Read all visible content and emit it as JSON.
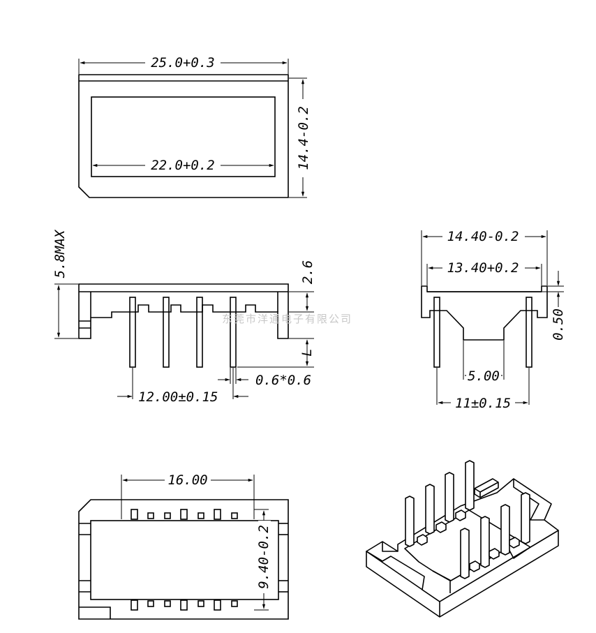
{
  "colors": {
    "line": "#000000",
    "background": "#ffffff",
    "watermark": "#c8c8c8"
  },
  "top_view": {
    "outer_width": "25.0+0.3",
    "outer_height": "14.4-0.2",
    "inner_width": "22.0+0.2"
  },
  "front_view": {
    "max_height": "5.8MAX",
    "top_height": "2.6",
    "pin_length": "L",
    "pin_size": "0.6*0.6",
    "pin_span": "12.00±0.15"
  },
  "side_view": {
    "outer_width": "14.40-0.2",
    "inner_width": "13.40+0.2",
    "step": "0.50",
    "center_gap": "5.00",
    "pin_span": "11±0.15"
  },
  "bottom_view": {
    "width": "16.00",
    "height": "9.40-0.2"
  },
  "watermark": "东莞市洋通电子有限公司"
}
